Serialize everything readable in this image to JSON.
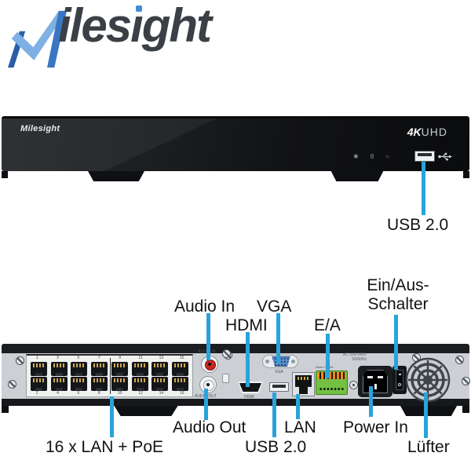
{
  "logo": {
    "full_name": "Milesight",
    "text_pre": "iles",
    "text_dotless_i": "ı",
    "text_post": "ght",
    "m_light_blue": "#7fb0e3",
    "m_mid_blue": "#3a77c2",
    "m_dark_blue": "#2a5ea8",
    "text_color": "#3b4046"
  },
  "front_view": {
    "brand_label": "Milesight",
    "badge_4k": "4K",
    "badge_uhd": "UHD",
    "indicator_icons": [
      {
        "name": "alarm-indicator",
        "glyph": "✱"
      },
      {
        "name": "hdd-indicator",
        "glyph": "8"
      },
      {
        "name": "power-indicator",
        "glyph": "○"
      }
    ]
  },
  "rear_view": {
    "lan_port_numbers_top": [
      "1",
      "3",
      "5",
      "7",
      "9",
      "11",
      "13",
      "15"
    ],
    "lan_port_numbers_bottom": [
      "2",
      "4",
      "6",
      "8",
      "10",
      "12",
      "14",
      "16"
    ],
    "audio_in_port_label": "AUDIO IN",
    "audio_out_port_label": "AUDIO OUT",
    "hdmi_port_label": "HDMI",
    "vga_port_label": "VGA",
    "io_terminal_label": "Alarm In        Out",
    "ac_rating_line1": "AC 100-240V",
    "ac_rating_line2": "50/60Hz"
  },
  "callouts": {
    "line_color": "#29a3db",
    "front_usb": "USB 2.0",
    "audio_in": "Audio In",
    "hdmi": "HDMI",
    "vga": "VGA",
    "io": "E/A",
    "power_switch_line1": "Ein/Aus-",
    "power_switch_line2": "Schalter",
    "lan_poe": "16 x LAN + PoE",
    "audio_out": "Audio Out",
    "rear_usb": "USB 2.0",
    "lan": "LAN",
    "power_in": "Power In",
    "fan": "Lüfter"
  }
}
